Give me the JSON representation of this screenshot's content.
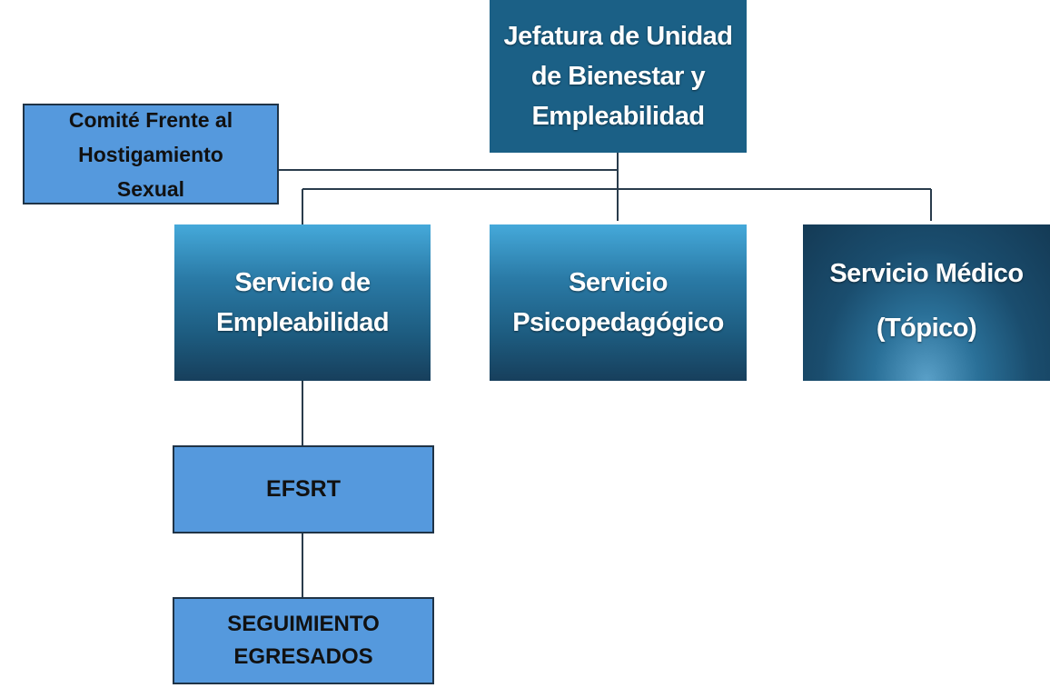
{
  "head": {
    "label": "Jefatura de Unidad de Bienestar y Empleabilidad"
  },
  "committee": {
    "label": "Comité Frente al Hostigamiento Sexual"
  },
  "services": [
    {
      "label": "Servicio de Empleabilidad"
    },
    {
      "label": "Servicio Psicopedagógico"
    },
    {
      "label": "Servicio Médico (Tópico)"
    }
  ],
  "sub_units": [
    {
      "label": "EFSRT"
    },
    {
      "label": "SEGUIMIENTO EGRESADOS"
    }
  ],
  "colors": {
    "dark_box": "#1b6086",
    "light_box": "#5599dd",
    "connector": "#2a3c4c"
  }
}
